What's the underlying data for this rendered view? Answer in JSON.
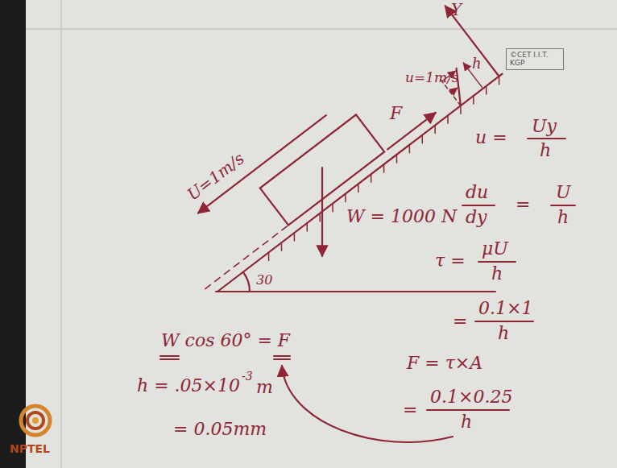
{
  "diagram": {
    "labels": [
      "Y",
      "©CET I.I.T. KGP",
      "u=1m/s",
      "F",
      "h",
      "U=1m/s",
      "u =",
      "Uy",
      "h",
      "du",
      "dy",
      "=",
      "U",
      "h",
      "W = 1000 N",
      "30",
      "τ =",
      "μU",
      "h",
      "=",
      "0.1×1",
      "h",
      "W cos 60° = F",
      "F = τ×A",
      "=",
      "0.1×0.25",
      "h",
      "h = .05×10",
      "-3",
      "m",
      "= 0.05mm",
      "NPTEL"
    ]
  }
}
